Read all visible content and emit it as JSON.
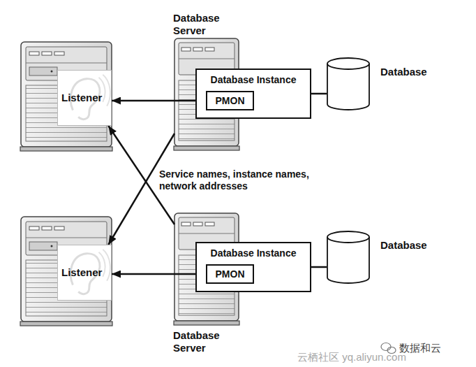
{
  "diagram": {
    "nodes": [
      {
        "text": [
          "Listener"
        ]
      },
      {
        "text": [
          "Database Server"
        ]
      },
      {
        "text": [
          "Database Instance"
        ]
      },
      {
        "text": [
          "PMON"
        ],
        "in": 2
      },
      {
        "text": [
          "Database"
        ]
      },
      {
        "text": [
          "Listener"
        ]
      },
      {
        "text": [
          "Database Server"
        ]
      },
      {
        "text": [
          "Database Instance"
        ]
      },
      {
        "text": [
          "PMON"
        ],
        "in": 7
      },
      {
        "text": [
          "Database"
        ]
      }
    ],
    "edges": [
      {
        "from": 3,
        "to": 0,
        "arrow": "to"
      },
      {
        "from": 2,
        "to": 4,
        "arrow": "none"
      },
      {
        "from": 1,
        "to": 5,
        "arrow": "to"
      },
      {
        "from": 6,
        "to": 0,
        "arrow": "to"
      },
      {
        "from": 8,
        "to": 5,
        "arrow": "to"
      },
      {
        "from": 7,
        "to": 9,
        "arrow": "none"
      }
    ],
    "labels": [
      "Service names, instance names, network addresses",
      "数据和云",
      "云栖社区 yq.aliyun.com"
    ]
  }
}
